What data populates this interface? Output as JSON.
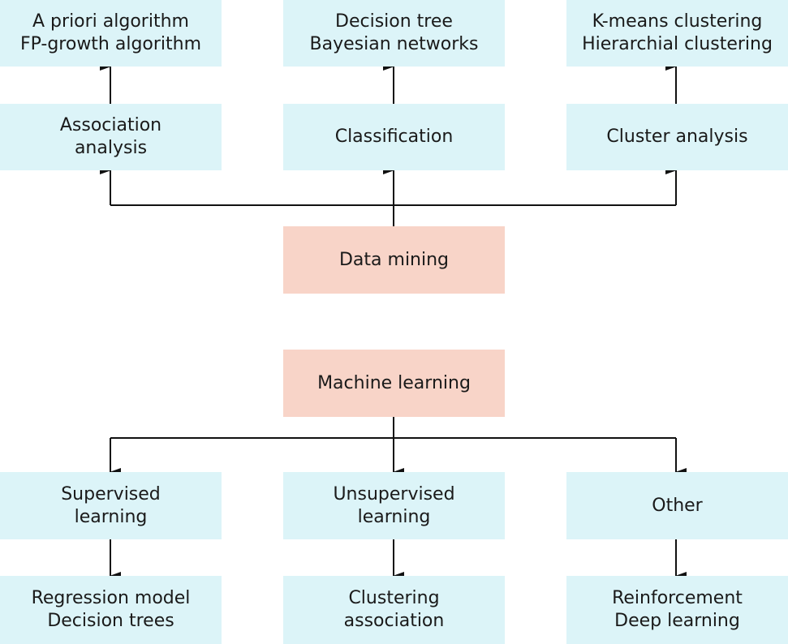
{
  "colors": {
    "category_box": "#dcf4f8",
    "root_box": "#f8d4c8",
    "line": "#111111"
  },
  "data_mining": {
    "root": "Data mining",
    "categories": [
      {
        "label_lines": [
          "Association",
          "analysis"
        ],
        "methods_lines": [
          "A priori algorithm",
          "FP-growth algorithm"
        ]
      },
      {
        "label_lines": [
          "Classification"
        ],
        "methods_lines": [
          "Decision tree",
          "Bayesian networks"
        ]
      },
      {
        "label_lines": [
          "Cluster analysis"
        ],
        "methods_lines": [
          "K-means clustering",
          "Hierarchial clustering"
        ]
      }
    ]
  },
  "machine_learning": {
    "root": "Machine learning",
    "categories": [
      {
        "label_lines": [
          "Supervised",
          "learning"
        ],
        "methods_lines": [
          "Regression model",
          "Decision trees"
        ]
      },
      {
        "label_lines": [
          "Unsupervised",
          "learning"
        ],
        "methods_lines": [
          "Clustering",
          "association"
        ]
      },
      {
        "label_lines": [
          "Other"
        ],
        "methods_lines": [
          "Reinforcement",
          "Deep learning"
        ]
      }
    ]
  }
}
